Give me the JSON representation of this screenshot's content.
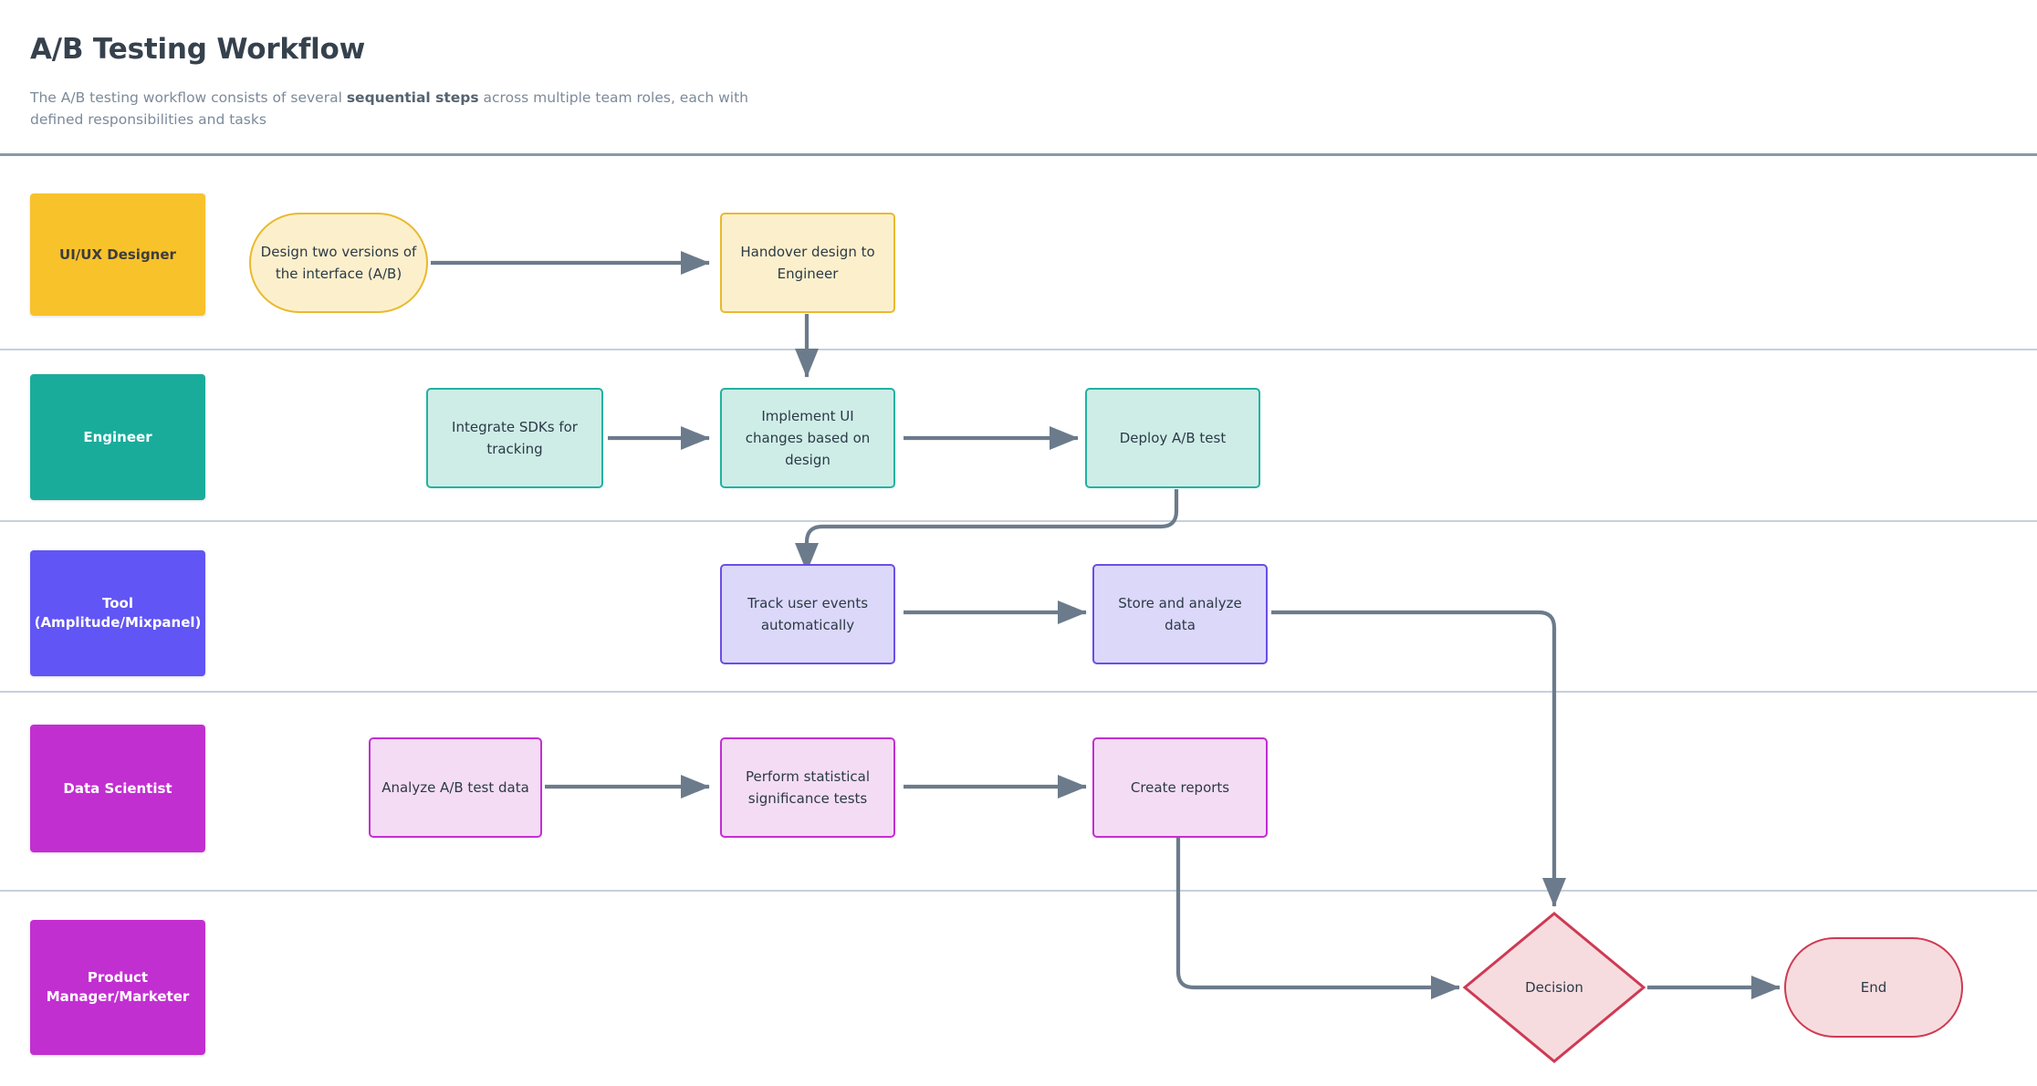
{
  "header": {
    "title": "A/B Testing Workflow",
    "subtitle_before": "The A/B testing workflow consists of several ",
    "subtitle_bold": "sequential steps",
    "subtitle_after": " across multiple team roles, each with defined responsibilities and tasks"
  },
  "colors": {
    "lane_designer": "#F8C22B",
    "lane_engineer": "#1AAC9B",
    "lane_tool": "#6155F5",
    "lane_data_scientist": "#C22FD1",
    "lane_pm": "#C22FD1",
    "divider": "#c6d0dc",
    "header_rule": "#8b99a8",
    "edge": "#6b7b8c",
    "node_yellow_fill": "#FCF0CC",
    "node_yellow_stroke": "#E9B92E",
    "node_teal_fill": "#CFEDE7",
    "node_teal_stroke": "#20B2A0",
    "node_purple_fill": "#DCD8FA",
    "node_purple_stroke": "#6B4EE6",
    "node_pink_fill": "#F5DCF5",
    "node_pink_stroke": "#C22FD1",
    "node_red_fill": "#F7DCDF",
    "node_red_stroke": "#CE3A53",
    "text_dark": "#2b3a47",
    "text_white": "#ffffff"
  },
  "lanes": [
    {
      "label": "UI/UX Designer",
      "text_color": "#3d3d3d"
    },
    {
      "label": "Engineer",
      "text_color": "#ffffff"
    },
    {
      "label": "Tool\n(Amplitude/Mixpanel)",
      "text_color": "#ffffff"
    },
    {
      "label": "Data Scientist",
      "text_color": "#ffffff"
    },
    {
      "label": "Product\nManager/Marketer",
      "text_color": "#ffffff"
    }
  ],
  "nodes": {
    "design_versions": "Design two versions of the interface (A/B)",
    "handover_design": "Handover design to Engineer",
    "integrate_sdks": "Integrate SDKs for tracking",
    "implement_ui": "Implement UI changes based on design",
    "deploy_test": "Deploy A/B test",
    "track_events": "Track user events automatically",
    "store_analyze": "Store and analyze data",
    "analyze_data": "Analyze A/B test data",
    "significance": "Perform statistical significance tests",
    "create_reports": "Create reports",
    "decision": "Decision",
    "end": "End"
  },
  "chart_data": {
    "type": "diagram",
    "diagram_kind": "swimlane-flowchart",
    "lanes": [
      "UI/UX Designer",
      "Engineer",
      "Tool (Amplitude/Mixpanel)",
      "Data Scientist",
      "Product Manager/Marketer"
    ],
    "steps": [
      {
        "id": "design_versions",
        "label": "Design two versions of the interface (A/B)",
        "lane": "UI/UX Designer",
        "shape": "stadium"
      },
      {
        "id": "handover_design",
        "label": "Handover design to Engineer",
        "lane": "UI/UX Designer",
        "shape": "rect"
      },
      {
        "id": "integrate_sdks",
        "label": "Integrate SDKs for tracking",
        "lane": "Engineer",
        "shape": "rect"
      },
      {
        "id": "implement_ui",
        "label": "Implement UI changes based on design",
        "lane": "Engineer",
        "shape": "rect"
      },
      {
        "id": "deploy_test",
        "label": "Deploy A/B test",
        "lane": "Engineer",
        "shape": "rect"
      },
      {
        "id": "track_events",
        "label": "Track user events automatically",
        "lane": "Tool (Amplitude/Mixpanel)",
        "shape": "rect"
      },
      {
        "id": "store_analyze",
        "label": "Store and analyze data",
        "lane": "Tool (Amplitude/Mixpanel)",
        "shape": "rect"
      },
      {
        "id": "analyze_data",
        "label": "Analyze A/B test data",
        "lane": "Data Scientist",
        "shape": "rect"
      },
      {
        "id": "significance",
        "label": "Perform statistical significance tests",
        "lane": "Data Scientist",
        "shape": "rect"
      },
      {
        "id": "create_reports",
        "label": "Create reports",
        "lane": "Data Scientist",
        "shape": "rect"
      },
      {
        "id": "decision",
        "label": "Decision",
        "lane": "Product Manager/Marketer",
        "shape": "diamond"
      },
      {
        "id": "end",
        "label": "End",
        "lane": "Product Manager/Marketer",
        "shape": "stadium"
      }
    ],
    "edges": [
      {
        "from": "design_versions",
        "to": "handover_design"
      },
      {
        "from": "handover_design",
        "to": "implement_ui"
      },
      {
        "from": "integrate_sdks",
        "to": "implement_ui"
      },
      {
        "from": "implement_ui",
        "to": "deploy_test"
      },
      {
        "from": "deploy_test",
        "to": "track_events"
      },
      {
        "from": "track_events",
        "to": "store_analyze"
      },
      {
        "from": "store_analyze",
        "to": "decision"
      },
      {
        "from": "analyze_data",
        "to": "significance"
      },
      {
        "from": "significance",
        "to": "create_reports"
      },
      {
        "from": "create_reports",
        "to": "decision"
      },
      {
        "from": "decision",
        "to": "end"
      }
    ]
  }
}
